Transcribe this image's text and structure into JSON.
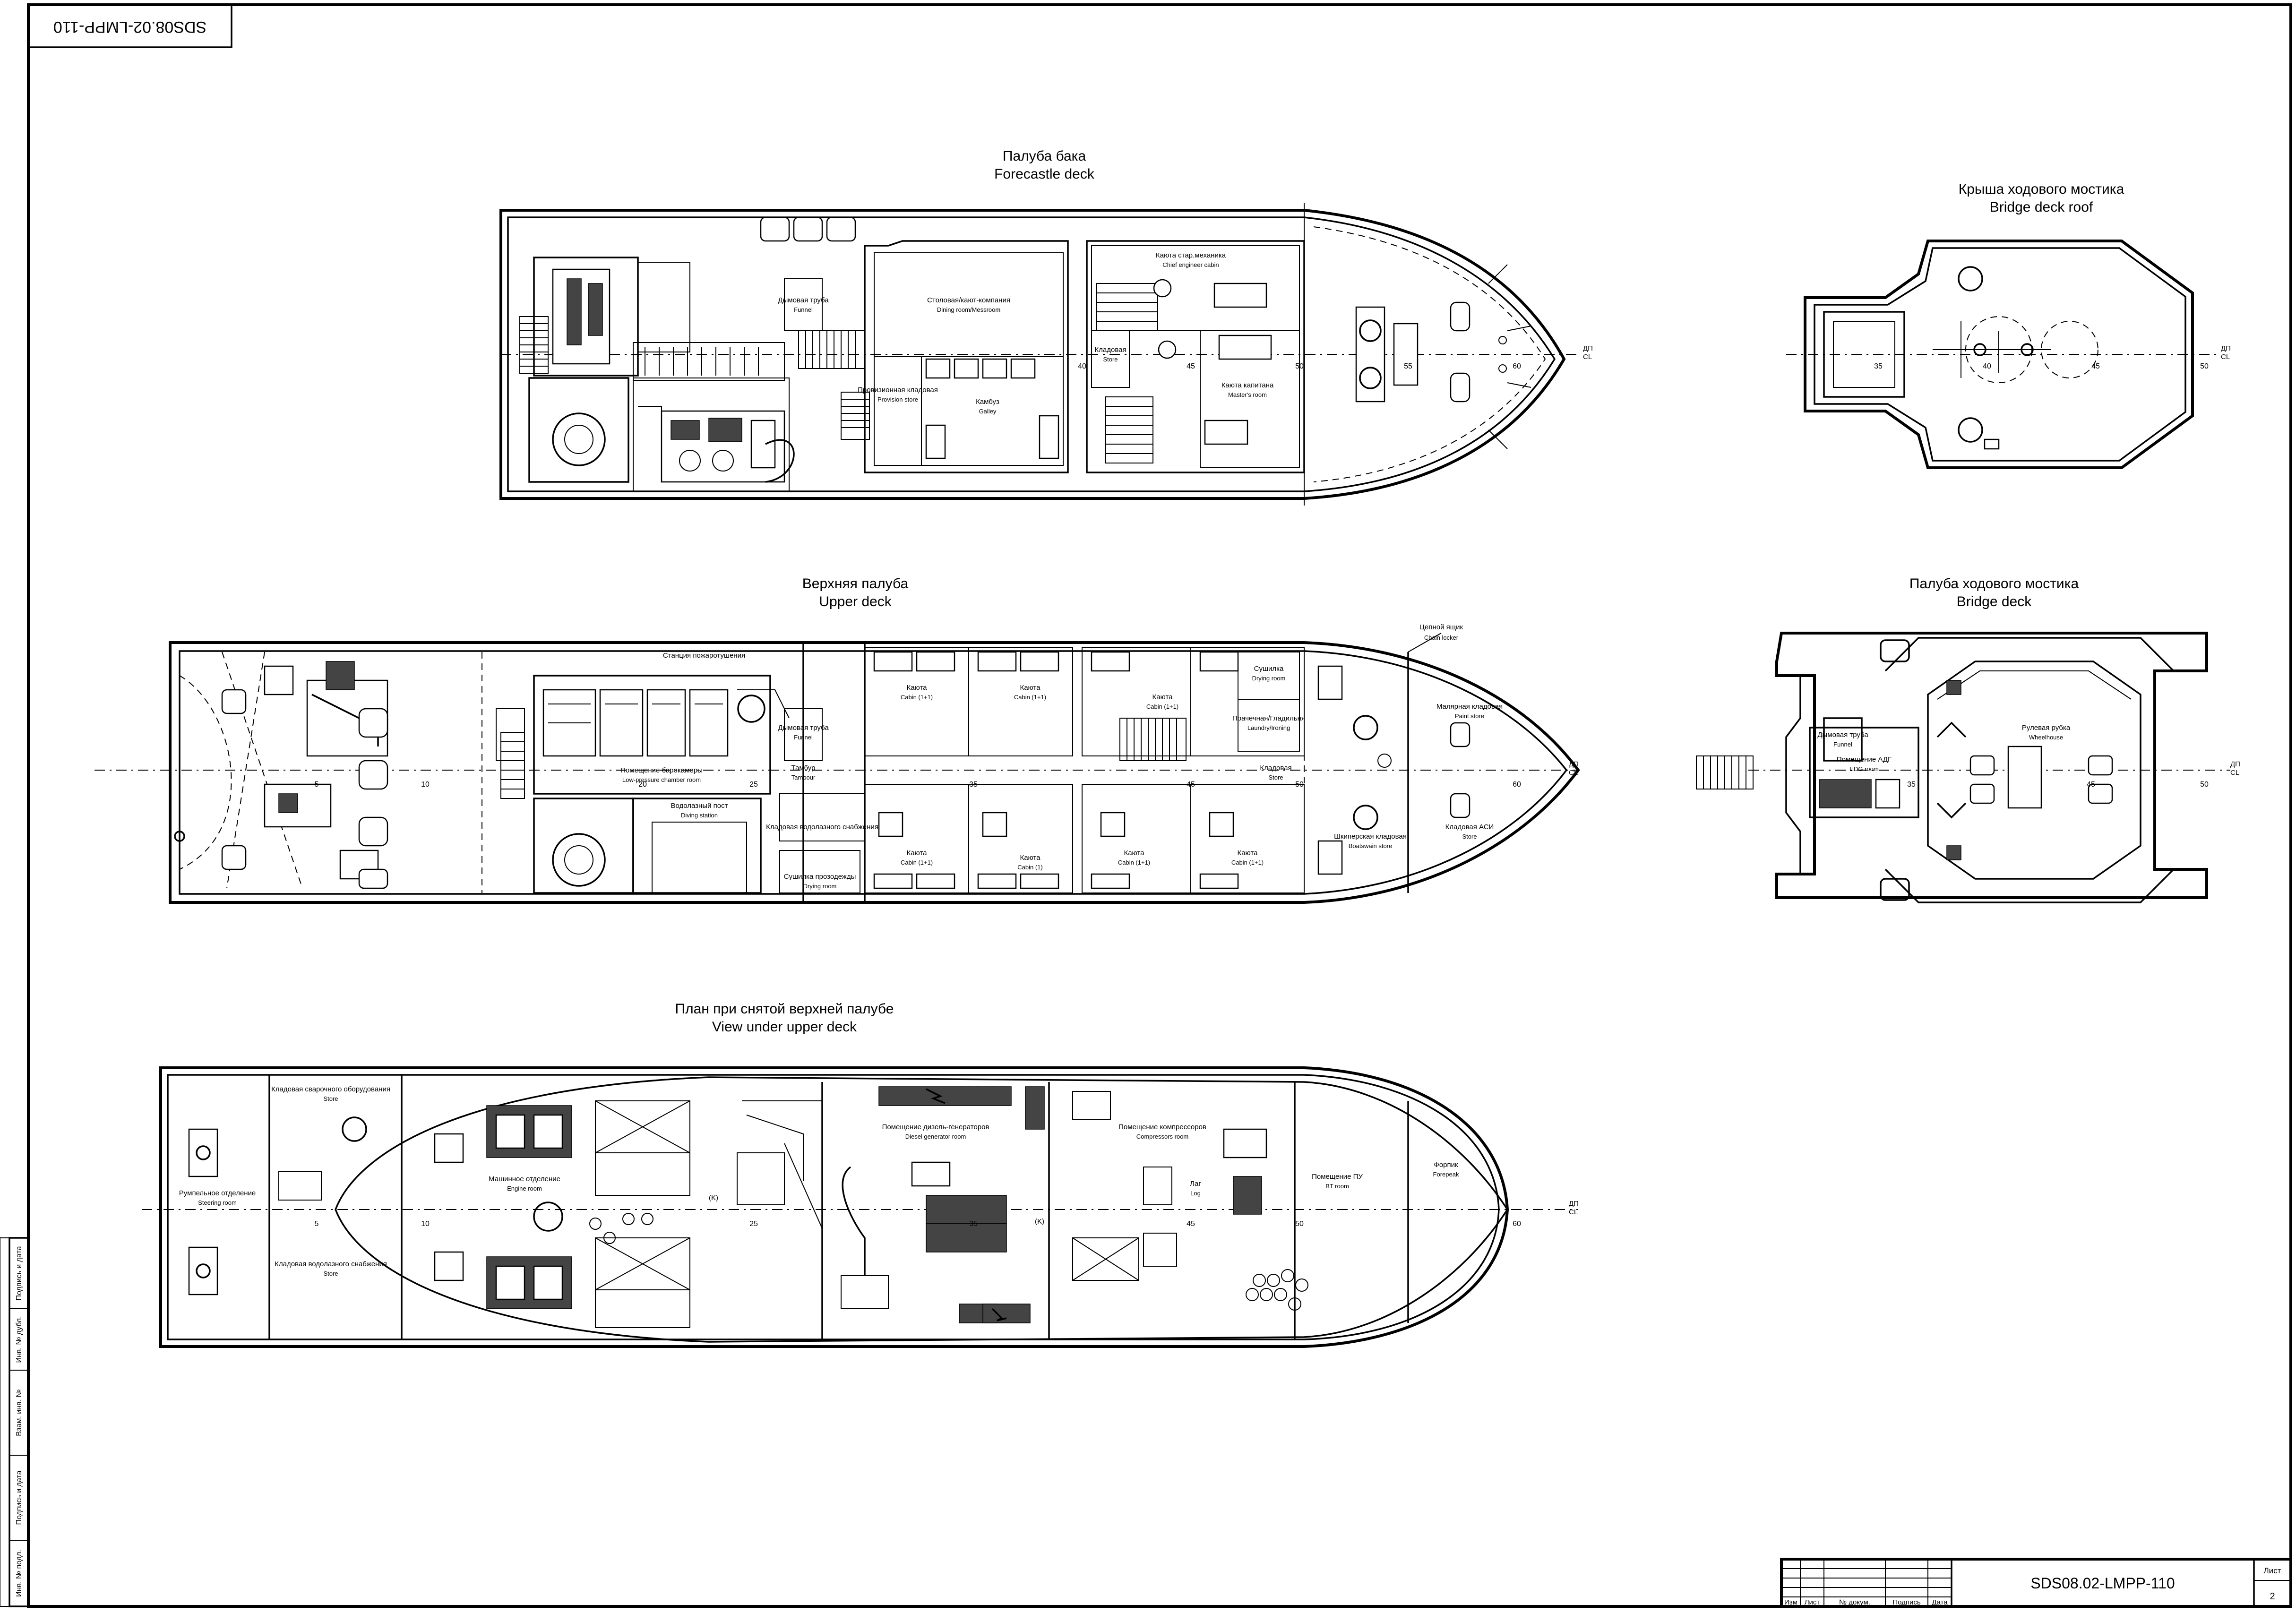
{
  "stamp_top": "SDS08.02-LMPP-110",
  "views": {
    "forecastle": {
      "title_ru": "Палуба бака",
      "title_en": "Forecastle deck",
      "rooms": [
        {
          "ru": "Столовая/кают-компания",
          "en": "Dining room/Messroom"
        },
        {
          "ru": "Провизионная кладовая",
          "en": "Provision store"
        },
        {
          "ru": "Камбуз",
          "en": "Galley"
        },
        {
          "ru": "Кладовая",
          "en": "Store"
        },
        {
          "ru": "Каюта стар.механика",
          "en": "Chief engineer cabin"
        },
        {
          "ru": "Каюта капитана",
          "en": "Master's room"
        },
        {
          "ru": "Дымовая труба",
          "en": "Funnel"
        }
      ],
      "frames": [
        "40",
        "45",
        "50",
        "55",
        "60"
      ],
      "cl": [
        "ДП",
        "CL"
      ]
    },
    "bridge_roof": {
      "title_ru": "Крыша ходового мостика",
      "title_en": "Bridge deck roof",
      "frames": [
        "35",
        "40",
        "45",
        "50"
      ],
      "cl": [
        "ДП",
        "CL"
      ]
    },
    "upper": {
      "title_ru": "Верхняя палуба",
      "title_en": "Upper deck",
      "rooms": [
        {
          "ru": "Станция пожаротушения",
          "en": ""
        },
        {
          "ru": "Помещение барокамеры",
          "en": "Low-pressure chamber room"
        },
        {
          "ru": "Дымовая труба",
          "en": "Funnel"
        },
        {
          "ru": "Водолазный пост",
          "en": "Diving station"
        },
        {
          "ru": "Тамбур",
          "en": "Tambour"
        },
        {
          "ru": "Кладовая водолазного снабжения",
          "en": ""
        },
        {
          "ru": "Сушилка прозодежды",
          "en": "Drying room"
        },
        {
          "ru": "Каюта",
          "en": "Cabin (1+1)"
        },
        {
          "ru": "Каюта",
          "en": "Cabin (1+1)"
        },
        {
          "ru": "Каюта",
          "en": "Cabin (1)"
        },
        {
          "ru": "Каюта",
          "en": "Cabin (1+1)"
        },
        {
          "ru": "Каюта",
          "en": "Cabin (1+1)"
        },
        {
          "ru": "Каюта",
          "en": "Cabin (1+1)"
        },
        {
          "ru": "Каюта",
          "en": "Cabin (1+1)"
        },
        {
          "ru": "Сушилка",
          "en": "Drying room"
        },
        {
          "ru": "Прачечная/Гладильня",
          "en": "Laundry/Ironing"
        },
        {
          "ru": "Кладовая",
          "en": "Store"
        },
        {
          "ru": "Малярная кладовая",
          "en": "Paint store"
        },
        {
          "ru": "Шкиперская кладовая",
          "en": "Boatswain store"
        },
        {
          "ru": "Кладовая АСИ",
          "en": "Store"
        }
      ],
      "chain_locker": {
        "ru": "Цепной ящик",
        "en": "Chain locker"
      },
      "frames": [
        "5",
        "10",
        "20",
        "25",
        "35",
        "45",
        "50",
        "60"
      ],
      "cl": [
        "ДП",
        "CL"
      ]
    },
    "bridge": {
      "title_ru": "Палуба ходового мостика",
      "title_en": "Bridge deck",
      "rooms": [
        {
          "ru": "Дымовая труба",
          "en": "Funnel"
        },
        {
          "ru": "Помещение АДГ",
          "en": "EDG room"
        },
        {
          "ru": "Рулевая рубка",
          "en": "Wheelhouse"
        }
      ],
      "frames": [
        "35",
        "45",
        "50"
      ],
      "cl": [
        "ДП",
        "CL"
      ]
    },
    "under": {
      "title_ru": "План при снятой верхней палубе",
      "title_en": "View under upper deck",
      "rooms": [
        {
          "ru": "Кладовая сварочного оборудования",
          "en": "Store"
        },
        {
          "ru": "Румпельное отделение",
          "en": "Steering room"
        },
        {
          "ru": "Кладовая водолазного снабжения",
          "en": "Store"
        },
        {
          "ru": "Машинное отделение",
          "en": "Engine room"
        },
        {
          "ru": "Помещение дизель-генераторов",
          "en": "Diesel generator room"
        },
        {
          "ru": "Помещение компрессоров",
          "en": "Compressors room"
        },
        {
          "ru": "Помещение ПУ",
          "en": "BT room"
        },
        {
          "ru": "Форпик",
          "en": "Forepeak"
        },
        {
          "ru": "Лаг",
          "en": "Log"
        }
      ],
      "frames": [
        "5",
        "10",
        "25",
        "35",
        "45",
        "50",
        "60"
      ],
      "cl": [
        "ДП",
        "CL"
      ],
      "marks": [
        "(K)",
        "(K)"
      ]
    }
  },
  "side_stamp": [
    "Инв. № подл.",
    "Подпись и дата",
    "Взам. инв. №",
    "Инв. № дубл.",
    "Подпись и дата"
  ],
  "title_block": {
    "code": "SDS08.02-LMPP-110",
    "sheet_label": "Лист",
    "sheet": "2",
    "cols": [
      "Изм",
      "Лист",
      "№ докум.",
      "Подпись",
      "Дата"
    ]
  }
}
